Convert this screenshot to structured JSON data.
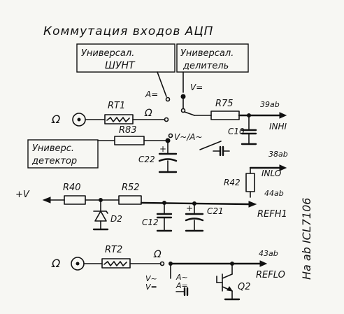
{
  "title": "Коммутация входов АЦП",
  "boxes": {
    "shunt": [
      "Универсал.",
      "ШУНТ"
    ],
    "divider": [
      "Универсал.",
      "делитель"
    ],
    "detector": [
      "Универс.",
      "детектор"
    ]
  },
  "components": {
    "rt1": "RT1",
    "r83": "R83",
    "r75": "R75",
    "r40": "R40",
    "r52": "R52",
    "r42": "R42",
    "rt2": "RT2",
    "c10": "C10",
    "c22": "C22",
    "c12": "C12",
    "c21": "C21",
    "d2": "D2",
    "q2": "Q2"
  },
  "nets": {
    "inhi": "INHI",
    "inlo": "INLO",
    "refhi": "REFH1",
    "reflo": "REFLO",
    "vplus": "+V"
  },
  "pins": {
    "p39": "39ab",
    "p38": "38ab",
    "p44": "44ab",
    "p43": "43ab"
  },
  "switch_labels": {
    "a_eq": "A=",
    "v_eq": "V=",
    "v_ac_a": "V~/A~",
    "ohm": "Ω",
    "a_ac": "A~",
    "a_eq2": "A=",
    "v_ac": "V~",
    "v_eq2": "V="
  },
  "side_note": "На ab ICL7106"
}
